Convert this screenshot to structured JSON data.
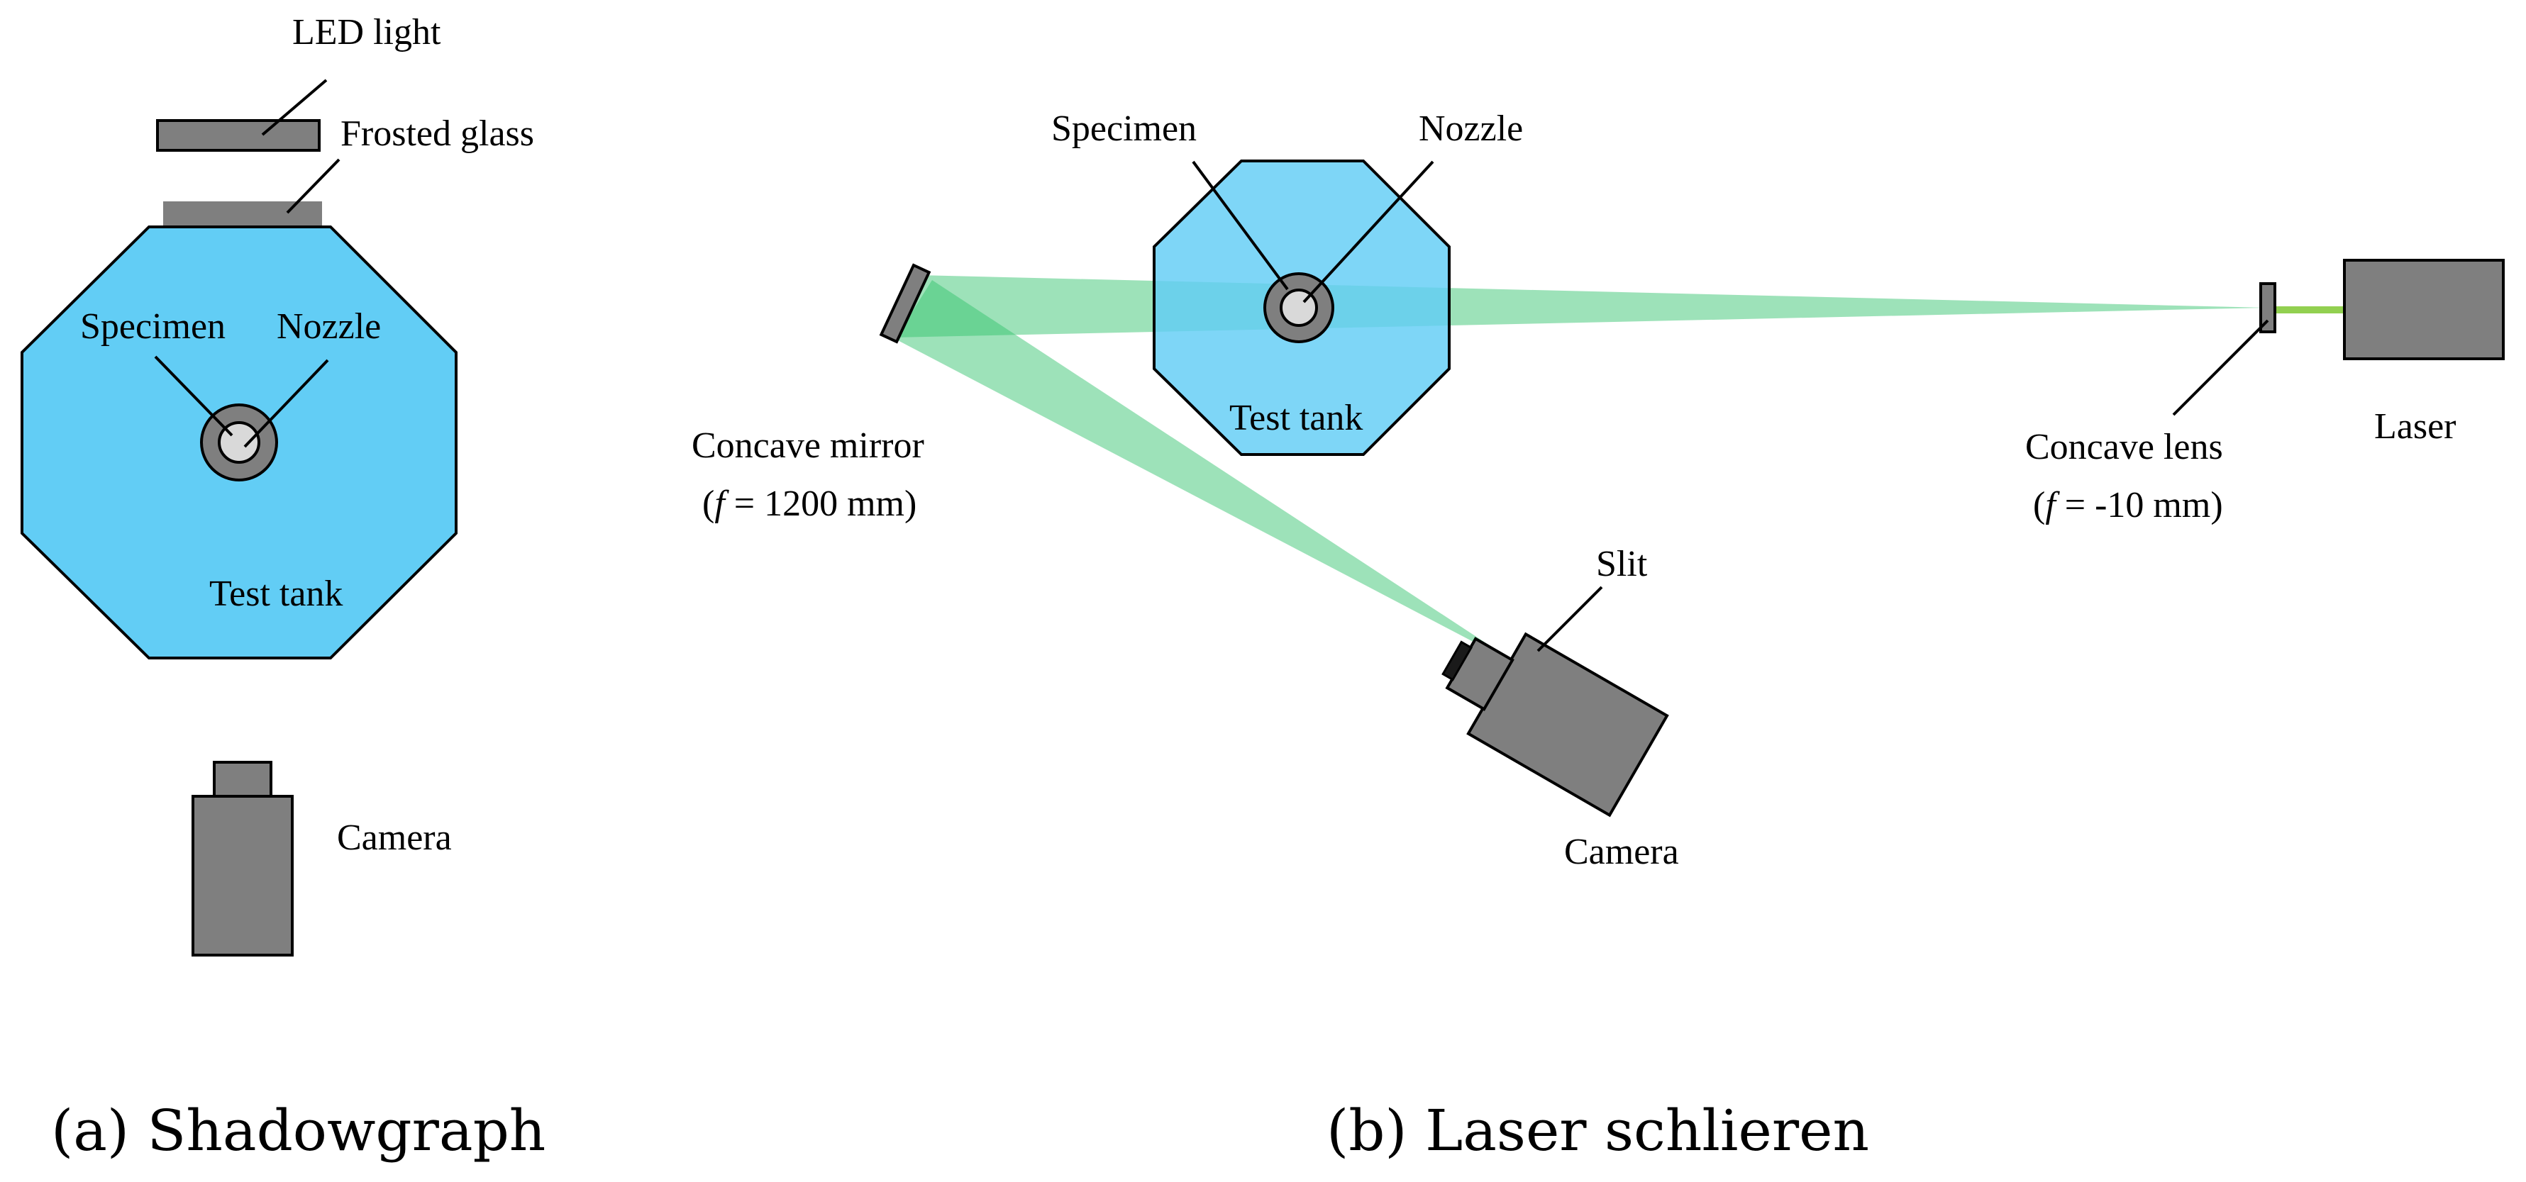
{
  "colors": {
    "tank_fill": "#62CDF5",
    "component_gray": "#7F7F7F",
    "specimen_fill": "#D9D9D9",
    "beam_green": "#32C36C",
    "laser_line_green": "#92D050",
    "outline": "#000000"
  },
  "panel_a": {
    "caption": "(a) Shadowgraph",
    "labels": {
      "led_light": "LED light",
      "frosted_glass": "Frosted glass",
      "specimen": "Specimen",
      "nozzle": "Nozzle",
      "test_tank": "Test tank",
      "camera": "Camera"
    }
  },
  "panel_b": {
    "caption": "(b) Laser schlieren",
    "labels": {
      "specimen": "Specimen",
      "nozzle": "Nozzle",
      "test_tank": "Test tank",
      "concave_mirror": "Concave  mirror",
      "mirror_focal_f": "f",
      "mirror_focal_open": "(",
      "mirror_focal_rest": " = 1200 mm)",
      "slit": "Slit",
      "camera": "Camera",
      "concave_lens": "Concave  lens",
      "lens_focal_f": "f",
      "lens_focal_open": "(",
      "lens_focal_rest": " = -10 mm)",
      "laser": "Laser"
    }
  }
}
